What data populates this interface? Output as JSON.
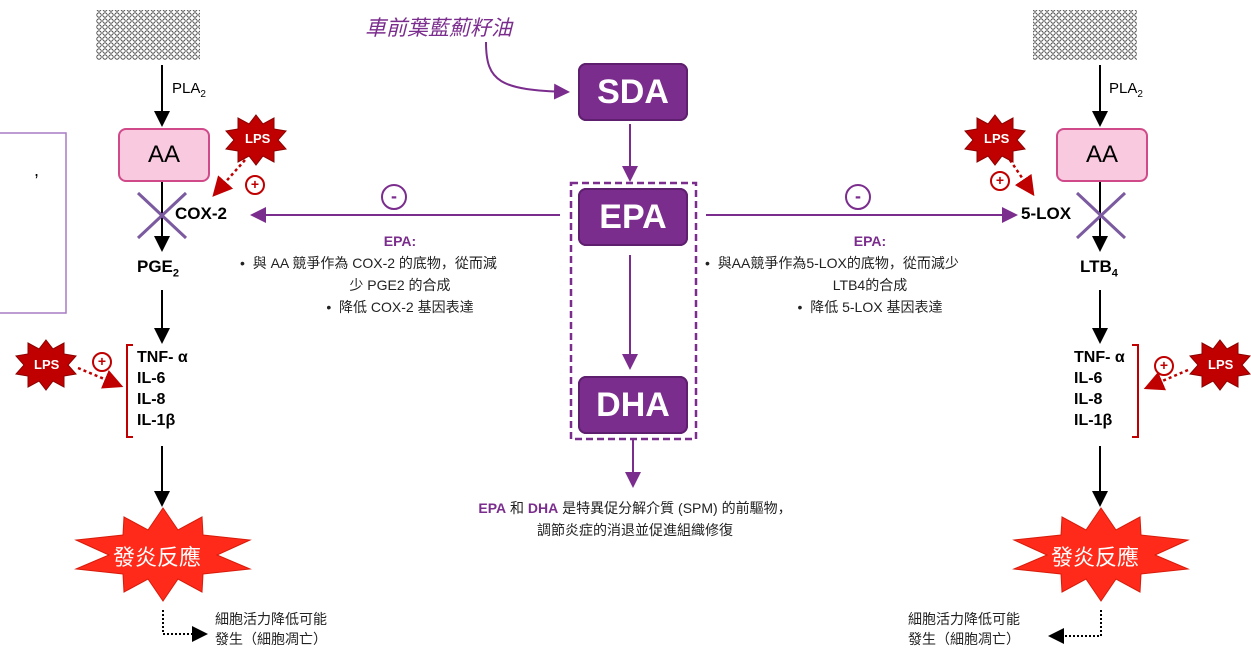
{
  "oil_label": "車前葉藍薊籽油",
  "sda": "SDA",
  "epa": "EPA",
  "dha": "DHA",
  "left": {
    "pla2": "PLA",
    "pla2_sub": "2",
    "aa": "AA",
    "enzyme": "COX-2",
    "product": "PGE",
    "product_sub": "2",
    "cytokines": [
      "TNF- α",
      "IL-6",
      "IL-8",
      "IL-1β"
    ],
    "inflammation": "發炎反應",
    "note_line1": "細胞活力降低可能",
    "note_line2": "發生（細胞凋亡）",
    "epa_heading": "EPA",
    "epa_colon": ":",
    "bullet1_line1": "與 AA 競爭作為 COX-2 的底物，從而減",
    "bullet1_line2": "少 PGE2 的合成",
    "bullet2": "降低 COX-2 基因表達"
  },
  "right": {
    "pla2": "PLA",
    "pla2_sub": "2",
    "aa": "AA",
    "enzyme": "5-LOX",
    "product": "LTB",
    "product_sub": "4",
    "cytokines": [
      "TNF- α",
      "IL-6",
      "IL-8",
      "IL-1β"
    ],
    "inflammation": "發炎反應",
    "note_line1": "細胞活力降低可能",
    "note_line2": "發生（細胞凋亡）",
    "epa_heading": "EPA",
    "epa_colon": ":",
    "bullet1_line1": "與AA競爭作為5-LOX的底物，從而減少",
    "bullet1_line2": "LTB4的合成",
    "bullet2": "降低 5-LOX 基因表達"
  },
  "lps": "LPS",
  "plus_symbol": "+",
  "minus_symbol": "-",
  "bullet": "•",
  "bottom": {
    "epa": "EPA",
    "and": " 和 ",
    "dha": "DHA",
    "rest_line1": " 是特異促分解介質 (SPM) 的前驅物，",
    "line2": "調節炎症的消退並促進組織修復"
  },
  "left_edge_comma": ","
}
